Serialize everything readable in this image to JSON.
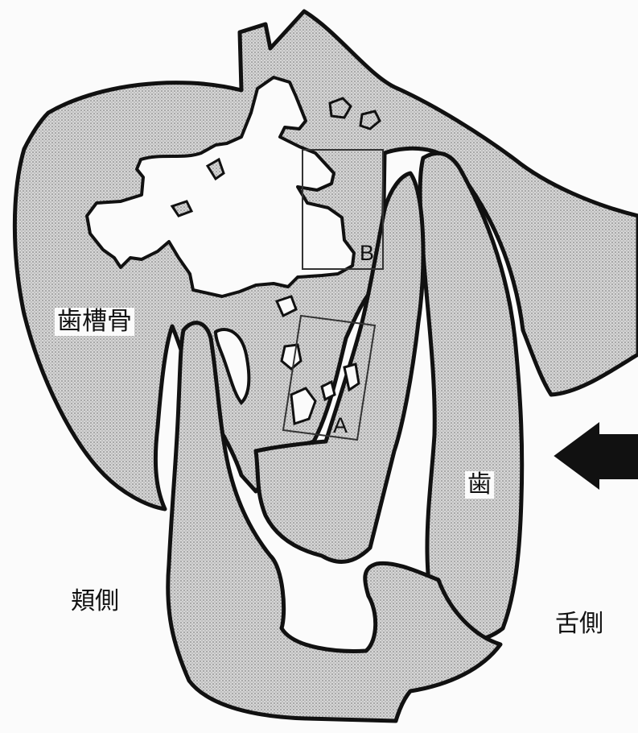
{
  "labels": {
    "alveolar_bone": "歯槽骨",
    "tooth": "歯",
    "buccal": "頬側",
    "lingual": "舌側",
    "box_a": "A",
    "box_b": "B"
  },
  "colors": {
    "tissue_fill": "#d3d3d3",
    "outline": "#111111",
    "background": "#fbfbfb",
    "arrow": "#111111"
  },
  "icons": {
    "arrow": "arrow-left-icon"
  }
}
